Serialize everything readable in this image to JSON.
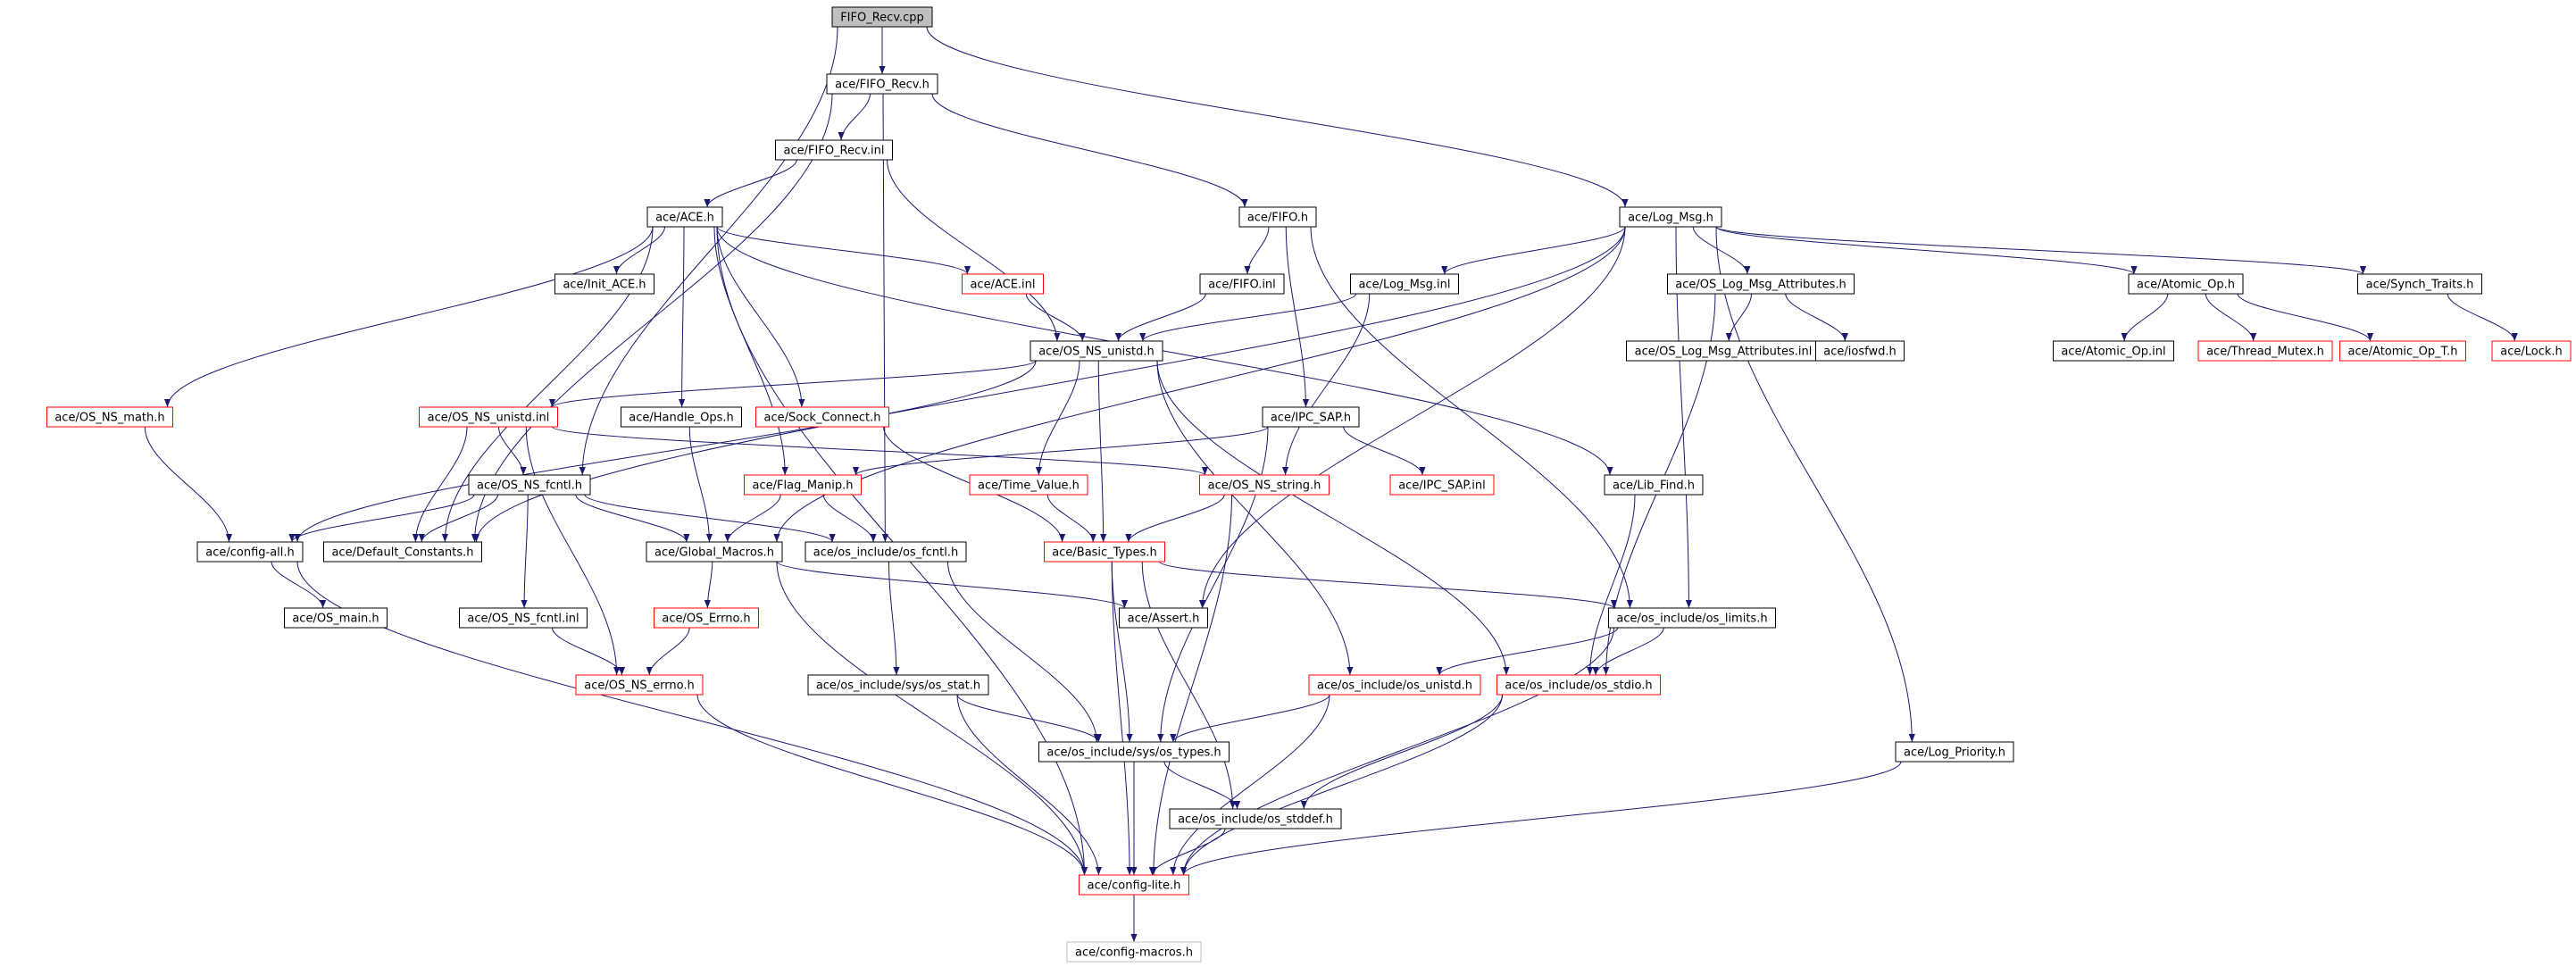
{
  "colors": {
    "edge": "#191970",
    "node_border_normal": "#000000",
    "node_border_truncated": "#ff0000",
    "root_fill": "#bfbfbf",
    "node_fill": "#ffffff",
    "muted_text": "#666666",
    "muted_border": "#bfbfbf"
  },
  "nodes": [
    {
      "id": "fifo_recv_cpp",
      "label": "FIFO_Recv.cpp",
      "style": "root"
    },
    {
      "id": "fifo_recv_h",
      "label": "ace/FIFO_Recv.h",
      "style": "normal"
    },
    {
      "id": "fifo_recv_inl",
      "label": "ace/FIFO_Recv.inl",
      "style": "normal"
    },
    {
      "id": "ace_h",
      "label": "ace/ACE.h",
      "style": "normal"
    },
    {
      "id": "fifo_h",
      "label": "ace/FIFO.h",
      "style": "normal"
    },
    {
      "id": "log_msg_h",
      "label": "ace/Log_Msg.h",
      "style": "normal"
    },
    {
      "id": "init_ace_h",
      "label": "ace/Init_ACE.h",
      "style": "normal"
    },
    {
      "id": "ace_inl",
      "label": "ace/ACE.inl",
      "style": "truncated"
    },
    {
      "id": "fifo_inl",
      "label": "ace/FIFO.inl",
      "style": "normal"
    },
    {
      "id": "log_msg_inl",
      "label": "ace/Log_Msg.inl",
      "style": "normal"
    },
    {
      "id": "os_log_msg_attr_h",
      "label": "ace/OS_Log_Msg_Attributes.h",
      "style": "normal"
    },
    {
      "id": "atomic_op_h",
      "label": "ace/Atomic_Op.h",
      "style": "normal"
    },
    {
      "id": "synch_traits_h",
      "label": "ace/Synch_Traits.h",
      "style": "normal"
    },
    {
      "id": "os_ns_unistd_h",
      "label": "ace/OS_NS_unistd.h",
      "style": "normal"
    },
    {
      "id": "os_log_msg_attr_inl",
      "label": "ace/OS_Log_Msg_Attributes.inl",
      "style": "normal"
    },
    {
      "id": "iosfwd_h",
      "label": "ace/iosfwd.h",
      "style": "normal"
    },
    {
      "id": "atomic_op_inl",
      "label": "ace/Atomic_Op.inl",
      "style": "normal"
    },
    {
      "id": "thread_mutex_h",
      "label": "ace/Thread_Mutex.h",
      "style": "truncated"
    },
    {
      "id": "atomic_op_t_h",
      "label": "ace/Atomic_Op_T.h",
      "style": "truncated"
    },
    {
      "id": "lock_h",
      "label": "ace/Lock.h",
      "style": "truncated"
    },
    {
      "id": "os_ns_math_h",
      "label": "ace/OS_NS_math.h",
      "style": "truncated"
    },
    {
      "id": "os_ns_unistd_inl",
      "label": "ace/OS_NS_unistd.inl",
      "style": "truncated"
    },
    {
      "id": "handle_ops_h",
      "label": "ace/Handle_Ops.h",
      "style": "normal"
    },
    {
      "id": "sock_connect_h",
      "label": "ace/Sock_Connect.h",
      "style": "truncated"
    },
    {
      "id": "ipc_sap_h",
      "label": "ace/IPC_SAP.h",
      "style": "normal"
    },
    {
      "id": "os_ns_fcntl_h",
      "label": "ace/OS_NS_fcntl.h",
      "style": "normal"
    },
    {
      "id": "flag_manip_h",
      "label": "ace/Flag_Manip.h",
      "style": "truncated"
    },
    {
      "id": "time_value_h",
      "label": "ace/Time_Value.h",
      "style": "truncated"
    },
    {
      "id": "os_ns_string_h",
      "label": "ace/OS_NS_string.h",
      "style": "truncated"
    },
    {
      "id": "ipc_sap_inl",
      "label": "ace/IPC_SAP.inl",
      "style": "truncated"
    },
    {
      "id": "lib_find_h",
      "label": "ace/Lib_Find.h",
      "style": "normal"
    },
    {
      "id": "config_all_h",
      "label": "ace/config-all.h",
      "style": "normal"
    },
    {
      "id": "default_constants_h",
      "label": "ace/Default_Constants.h",
      "style": "normal"
    },
    {
      "id": "global_macros_h",
      "label": "ace/Global_Macros.h",
      "style": "normal"
    },
    {
      "id": "os_include_os_fcntl_h",
      "label": "ace/os_include/os_fcntl.h",
      "style": "normal"
    },
    {
      "id": "basic_types_h",
      "label": "ace/Basic_Types.h",
      "style": "truncated"
    },
    {
      "id": "os_main_h",
      "label": "ace/OS_main.h",
      "style": "normal"
    },
    {
      "id": "os_ns_fcntl_inl",
      "label": "ace/OS_NS_fcntl.inl",
      "style": "normal"
    },
    {
      "id": "os_errno_h",
      "label": "ace/OS_Errno.h",
      "style": "truncated"
    },
    {
      "id": "assert_h",
      "label": "ace/Assert.h",
      "style": "normal"
    },
    {
      "id": "os_include_os_limits_h",
      "label": "ace/os_include/os_limits.h",
      "style": "normal"
    },
    {
      "id": "os_ns_errno_h",
      "label": "ace/OS_NS_errno.h",
      "style": "truncated"
    },
    {
      "id": "os_include_sys_os_stat_h",
      "label": "ace/os_include/sys/os_stat.h",
      "style": "normal"
    },
    {
      "id": "os_include_os_unistd_h",
      "label": "ace/os_include/os_unistd.h",
      "style": "truncated"
    },
    {
      "id": "os_include_os_stdio_h",
      "label": "ace/os_include/os_stdio.h",
      "style": "truncated"
    },
    {
      "id": "os_include_sys_os_types_h",
      "label": "ace/os_include/sys/os_types.h",
      "style": "normal"
    },
    {
      "id": "log_priority_h",
      "label": "ace/Log_Priority.h",
      "style": "normal"
    },
    {
      "id": "os_include_os_stddef_h",
      "label": "ace/os_include/os_stddef.h",
      "style": "normal"
    },
    {
      "id": "config_lite_h",
      "label": "ace/config-lite.h",
      "style": "truncated"
    },
    {
      "id": "config_macros_h",
      "label": "ace/config-macros.h",
      "style": "muted"
    }
  ],
  "edges": [
    [
      "fifo_recv_cpp",
      "fifo_recv_h"
    ],
    [
      "fifo_recv_cpp",
      "log_msg_h"
    ],
    [
      "fifo_recv_cpp",
      "os_ns_fcntl_h"
    ],
    [
      "fifo_recv_h",
      "fifo_recv_inl"
    ],
    [
      "fifo_recv_h",
      "fifo_h"
    ],
    [
      "fifo_recv_h",
      "default_constants_h"
    ],
    [
      "fifo_recv_h",
      "os_include_os_fcntl_h"
    ],
    [
      "fifo_recv_inl",
      "ace_h"
    ],
    [
      "fifo_recv_inl",
      "os_ns_unistd_h"
    ],
    [
      "ace_h",
      "init_ace_h"
    ],
    [
      "ace_h",
      "ace_inl"
    ],
    [
      "ace_h",
      "os_ns_math_h"
    ],
    [
      "ace_h",
      "handle_ops_h"
    ],
    [
      "ace_h",
      "flag_manip_h"
    ],
    [
      "ace_h",
      "sock_connect_h"
    ],
    [
      "ace_h",
      "lib_find_h"
    ],
    [
      "ace_h",
      "default_constants_h"
    ],
    [
      "ace_h",
      "config_lite_h"
    ],
    [
      "ace_inl",
      "os_ns_unistd_h"
    ],
    [
      "fifo_h",
      "fifo_inl"
    ],
    [
      "fifo_h",
      "ipc_sap_h"
    ],
    [
      "fifo_h",
      "os_include_os_limits_h"
    ],
    [
      "fifo_inl",
      "os_ns_unistd_h"
    ],
    [
      "log_msg_h",
      "log_msg_inl"
    ],
    [
      "log_msg_h",
      "os_log_msg_attr_h"
    ],
    [
      "log_msg_h",
      "atomic_op_h"
    ],
    [
      "log_msg_h",
      "synch_traits_h"
    ],
    [
      "log_msg_h",
      "log_priority_h"
    ],
    [
      "log_msg_h",
      "default_constants_h"
    ],
    [
      "log_msg_h",
      "global_macros_h"
    ],
    [
      "log_msg_h",
      "assert_h"
    ],
    [
      "log_msg_h",
      "os_include_os_limits_h"
    ],
    [
      "log_msg_inl",
      "os_ns_unistd_h"
    ],
    [
      "log_msg_inl",
      "os_ns_string_h"
    ],
    [
      "os_log_msg_attr_h",
      "os_log_msg_attr_inl"
    ],
    [
      "os_log_msg_attr_h",
      "iosfwd_h"
    ],
    [
      "os_log_msg_attr_h",
      "os_include_os_stdio_h"
    ],
    [
      "atomic_op_h",
      "atomic_op_inl"
    ],
    [
      "atomic_op_h",
      "thread_mutex_h"
    ],
    [
      "atomic_op_h",
      "atomic_op_t_h"
    ],
    [
      "synch_traits_h",
      "lock_h"
    ],
    [
      "os_ns_unistd_h",
      "os_ns_unistd_inl"
    ],
    [
      "os_ns_unistd_h",
      "time_value_h"
    ],
    [
      "os_ns_unistd_h",
      "basic_types_h"
    ],
    [
      "os_ns_unistd_h",
      "config_all_h"
    ],
    [
      "os_ns_unistd_h",
      "os_include_os_unistd_h"
    ],
    [
      "os_ns_unistd_h",
      "os_include_os_stdio_h"
    ],
    [
      "os_ns_math_h",
      "config_all_h"
    ],
    [
      "os_ns_unistd_inl",
      "os_ns_fcntl_h"
    ],
    [
      "os_ns_unistd_inl",
      "default_constants_h"
    ],
    [
      "os_ns_unistd_inl",
      "os_ns_errno_h"
    ],
    [
      "os_ns_unistd_inl",
      "os_ns_string_h"
    ],
    [
      "handle_ops_h",
      "global_macros_h"
    ],
    [
      "flag_manip_h",
      "global_macros_h"
    ],
    [
      "flag_manip_h",
      "os_include_os_fcntl_h"
    ],
    [
      "sock_connect_h",
      "basic_types_h"
    ],
    [
      "ipc_sap_h",
      "flag_manip_h"
    ],
    [
      "ipc_sap_h",
      "ipc_sap_inl"
    ],
    [
      "ipc_sap_h",
      "os_include_sys_os_types_h"
    ],
    [
      "os_ns_fcntl_h",
      "config_all_h"
    ],
    [
      "os_ns_fcntl_h",
      "default_constants_h"
    ],
    [
      "os_ns_fcntl_h",
      "global_macros_h"
    ],
    [
      "os_ns_fcntl_h",
      "os_include_os_fcntl_h"
    ],
    [
      "os_ns_fcntl_h",
      "os_ns_fcntl_inl"
    ],
    [
      "time_value_h",
      "basic_types_h"
    ],
    [
      "os_ns_string_h",
      "basic_types_h"
    ],
    [
      "os_ns_string_h",
      "config_lite_h"
    ],
    [
      "lib_find_h",
      "os_include_os_stdio_h"
    ],
    [
      "config_all_h",
      "os_main_h"
    ],
    [
      "config_all_h",
      "config_lite_h"
    ],
    [
      "global_macros_h",
      "os_errno_h"
    ],
    [
      "global_macros_h",
      "assert_h"
    ],
    [
      "global_macros_h",
      "config_lite_h"
    ],
    [
      "os_include_os_fcntl_h",
      "os_include_sys_os_stat_h"
    ],
    [
      "os_include_os_fcntl_h",
      "os_include_sys_os_types_h"
    ],
    [
      "basic_types_h",
      "os_include_os_limits_h"
    ],
    [
      "basic_types_h",
      "os_include_sys_os_types_h"
    ],
    [
      "basic_types_h",
      "os_include_os_stddef_h"
    ],
    [
      "basic_types_h",
      "config_lite_h"
    ],
    [
      "os_ns_fcntl_inl",
      "os_ns_errno_h"
    ],
    [
      "os_errno_h",
      "os_ns_errno_h"
    ],
    [
      "os_include_os_limits_h",
      "os_include_os_unistd_h"
    ],
    [
      "os_include_os_limits_h",
      "os_include_os_stdio_h"
    ],
    [
      "os_include_os_limits_h",
      "config_lite_h"
    ],
    [
      "os_ns_errno_h",
      "config_lite_h"
    ],
    [
      "os_include_sys_os_stat_h",
      "os_include_sys_os_types_h"
    ],
    [
      "os_include_sys_os_stat_h",
      "config_lite_h"
    ],
    [
      "os_include_os_unistd_h",
      "os_include_sys_os_types_h"
    ],
    [
      "os_include_os_unistd_h",
      "config_lite_h"
    ],
    [
      "os_include_os_stdio_h",
      "os_include_os_stddef_h"
    ],
    [
      "os_include_os_stdio_h",
      "config_lite_h"
    ],
    [
      "os_include_sys_os_types_h",
      "os_include_os_stddef_h"
    ],
    [
      "os_include_sys_os_types_h",
      "config_lite_h"
    ],
    [
      "log_priority_h",
      "config_lite_h"
    ],
    [
      "os_include_os_stddef_h",
      "config_lite_h"
    ],
    [
      "config_lite_h",
      "config_macros_h"
    ]
  ]
}
